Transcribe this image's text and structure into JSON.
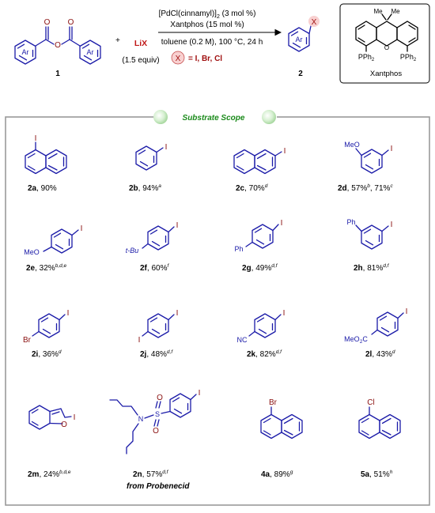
{
  "scheme": {
    "reactant1": {
      "number": "1",
      "groups": [
        "Ar",
        "Ar"
      ]
    },
    "plus": "+",
    "reagent": {
      "formula": "LiX",
      "equiv": "(1.5 equiv)"
    },
    "conditions": {
      "line1": "[PdCl(cinnamyl)]",
      "line1_sub": "2",
      "line1_tail": " (3 mol %)",
      "line2": "Xantphos (15 mol %)",
      "line3": "toluene (0.2 M), 100 °C, 24 h",
      "x_symbol": "X",
      "x_eq": "= I, Br, Cl"
    },
    "product": {
      "number": "2",
      "group": "Ar",
      "x": "X"
    },
    "ligand": {
      "name": "Xantphos",
      "me1": "Me",
      "me2": "Me",
      "p1": "PPh",
      "p2": "PPh",
      "p_sub": "2",
      "o": "O"
    }
  },
  "scope": {
    "title": "Substrate Scope",
    "entries": [
      {
        "id": "2a",
        "yield": ", 90%",
        "sup": ""
      },
      {
        "id": "2b",
        "yield": ", 94%",
        "sup": "a"
      },
      {
        "id": "2c",
        "yield": ", 70%",
        "sup": "d"
      },
      {
        "id": "2d",
        "yield": ", 57%",
        "sup": "b",
        "extra": ", 71%",
        "extra_sup": "c"
      },
      {
        "id": "2e",
        "yield": ", 32%",
        "sup": "b,d,e"
      },
      {
        "id": "2f",
        "yield": ", 60%",
        "sup": "f"
      },
      {
        "id": "2g",
        "yield": ", 49%",
        "sup": "d,f"
      },
      {
        "id": "2h",
        "yield": ", 81%",
        "sup": "d,f"
      },
      {
        "id": "2i",
        "yield": ", 36%",
        "sup": "d"
      },
      {
        "id": "2j",
        "yield": ", 48%",
        "sup": "d,f"
      },
      {
        "id": "2k",
        "yield": ", 82%",
        "sup": "d,f"
      },
      {
        "id": "2l",
        "yield": ", 43%",
        "sup": "d"
      },
      {
        "id": "2m",
        "yield": ", 24%",
        "sup": "b,d,e"
      },
      {
        "id": "2n",
        "yield": ", 57%",
        "sup": "d,f",
        "note": "from Probenecid"
      },
      {
        "id": "4a",
        "yield": ", 89%",
        "sup": "g"
      },
      {
        "id": "5a",
        "yield": ", 51%",
        "sup": "h"
      }
    ],
    "atoms": {
      "I": "I",
      "Br": "Br",
      "Cl": "Cl",
      "MeO": "MeO",
      "tBu": "t-Bu",
      "Ph": "Ph",
      "NC": "NC",
      "MeO2C": "MeO",
      "MeO2C_sub": "2",
      "MeO2C_tail": "C",
      "O": "O",
      "S": "S",
      "N": "N"
    }
  }
}
